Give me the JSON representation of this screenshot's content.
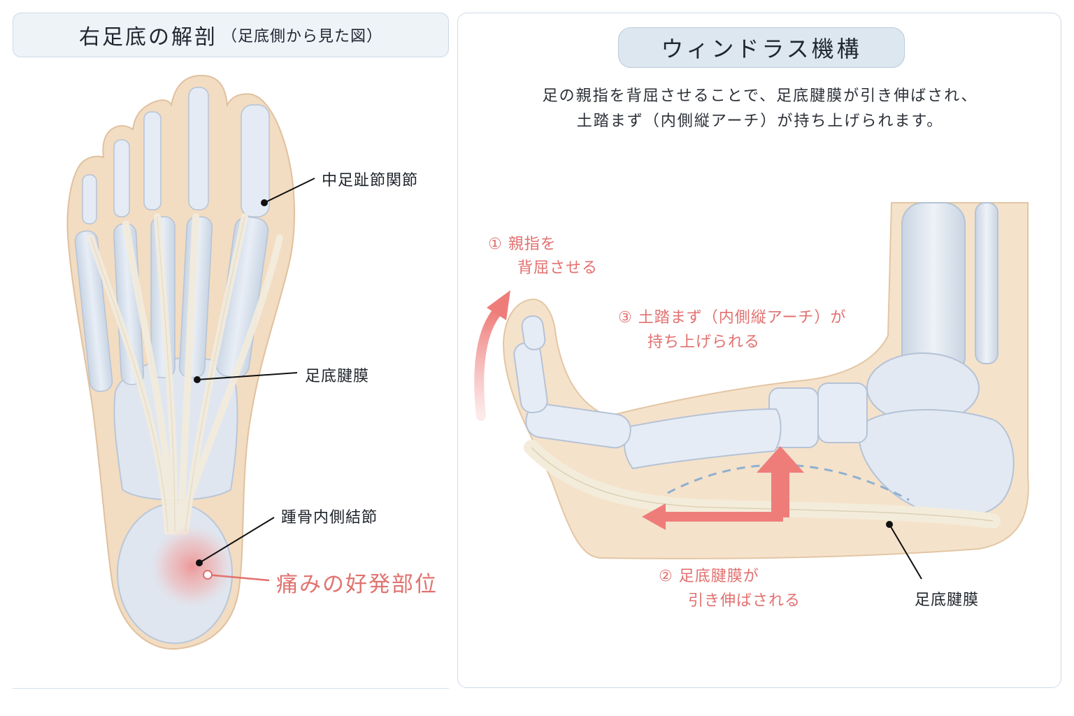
{
  "left_panel": {
    "title_main": "右足底の解剖",
    "title_sub": "（足底側から見た図）",
    "labels": {
      "mtp_joint": "中足趾節関節",
      "plantar_fascia": "足底腱膜",
      "calcaneal_tubercle": "踵骨内側結節",
      "pain_site": "痛みの好発部位"
    }
  },
  "right_panel": {
    "title": "ウィンドラス機構",
    "description_line1": "足の親指を背屈させることで、足底腱膜が引き伸ばされ、",
    "description_line2": "土踏まず（内側縦アーチ）が持ち上げられます。",
    "steps": {
      "step1_line1": "① 親指を",
      "step1_line2": "背屈させる",
      "step3_line1": "③ 土踏まず（内側縦アーチ）が",
      "step3_line2": "持ち上げられる",
      "step2_line1": "② 足底腱膜が",
      "step2_line2": "引き伸ばされる"
    },
    "fascia_label": "足底腱膜"
  },
  "colors": {
    "accent_red": "#e2706f",
    "bone": "#dfe7f1",
    "skin": "#f2dcc2",
    "fascia": "#f6f1e4",
    "arch_dash": "#8fb0cf"
  }
}
